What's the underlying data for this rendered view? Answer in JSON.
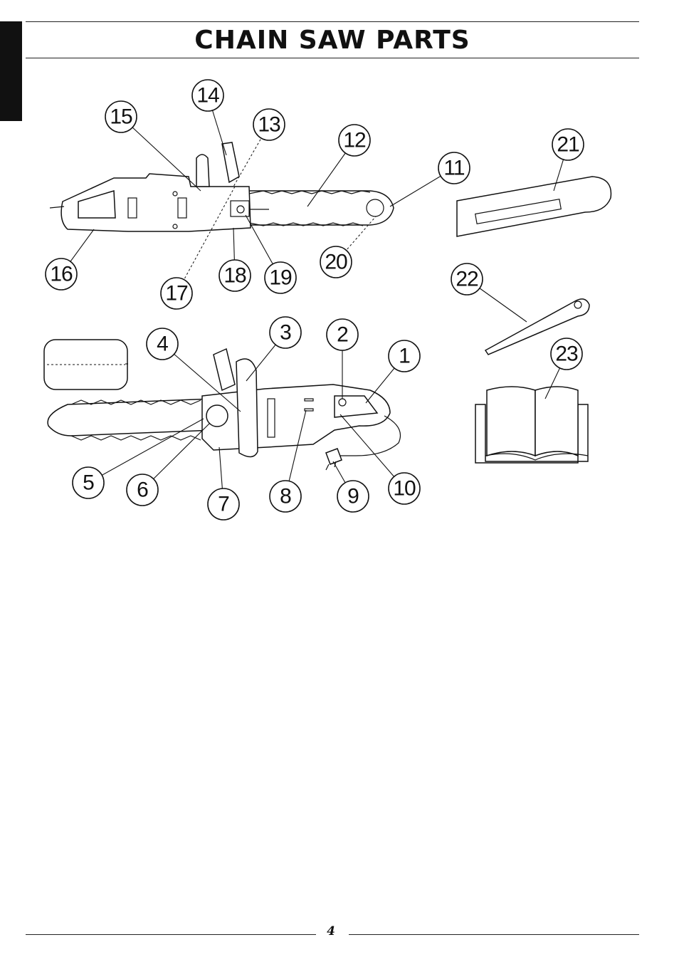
{
  "header": {
    "title": "CHAIN SAW PARTS"
  },
  "callouts": [
    "1",
    "2",
    "3",
    "4",
    "5",
    "6",
    "7",
    "8",
    "9",
    "10",
    "11",
    "12",
    "13",
    "14",
    "15",
    "16",
    "17",
    "18",
    "19",
    "20",
    "21",
    "22",
    "23"
  ],
  "footer": {
    "page_number": "4"
  }
}
